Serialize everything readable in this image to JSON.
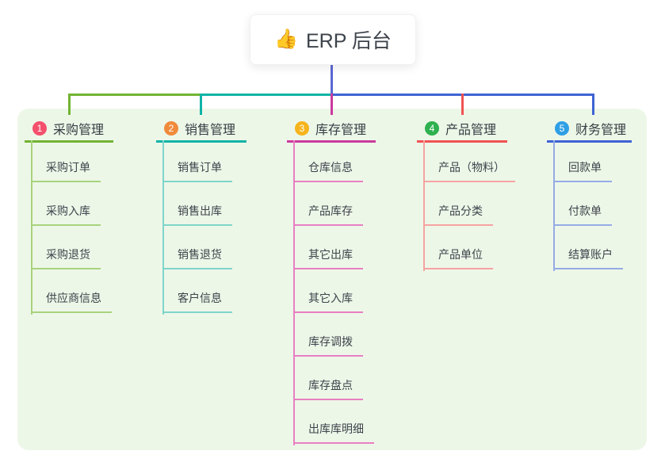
{
  "root": {
    "emoji": "👍",
    "label": "ERP 后台"
  },
  "branches": [
    {
      "index": "1",
      "label": "采购管理",
      "badge_color": "#f4506c",
      "line_color": "#72b432",
      "child_line_color": "#a8d37e",
      "children": [
        "采购订单",
        "采购入库",
        "采购退货",
        "供应商信息"
      ]
    },
    {
      "index": "2",
      "label": "销售管理",
      "badge_color": "#f08a3c",
      "line_color": "#10b3a6",
      "child_line_color": "#7fd5ca",
      "children": [
        "销售订单",
        "销售出库",
        "销售退货",
        "客户信息"
      ]
    },
    {
      "index": "3",
      "label": "库存管理",
      "badge_color": "#f6b41d",
      "line_color": "#ca3a9e",
      "child_line_color": "#e87fc2",
      "children": [
        "仓库信息",
        "产品库存",
        "其它出库",
        "其它入库",
        "库存调拨",
        "库存盘点",
        "出库库明细"
      ]
    },
    {
      "index": "4",
      "label": "产品管理",
      "badge_color": "#2fb14f",
      "line_color": "#f15352",
      "child_line_color": "#f6a3a2",
      "children": [
        "产品（物料）",
        "产品分类",
        "产品单位"
      ]
    },
    {
      "index": "5",
      "label": "财务管理",
      "badge_color": "#2f9fe5",
      "line_color": "#3e63d3",
      "child_line_color": "#95abe4",
      "children": [
        "回款单",
        "付款单",
        "结算账户"
      ]
    }
  ],
  "colors": {
    "panel_background": "#edf7e8",
    "root_connector": "#5a68d2",
    "canvas_background": "#ffffff",
    "text_primary": "#3d434b"
  }
}
